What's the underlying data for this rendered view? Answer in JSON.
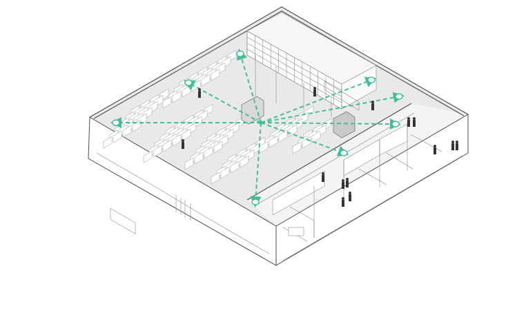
{
  "scene": {
    "kind": "isometric-cutaway",
    "colors": {
      "ray": "#3fbf9a",
      "outline": "#4a4a4a",
      "floor": "#e6e6e6",
      "wall": "#ffffff",
      "shelving": "#9a9a9a",
      "people": "#333333"
    },
    "rays": [
      {
        "id": "north-1"
      },
      {
        "id": "north-2"
      },
      {
        "id": "north-east"
      },
      {
        "id": "east"
      },
      {
        "id": "east-2"
      },
      {
        "id": "south-east"
      },
      {
        "id": "south"
      },
      {
        "id": "west"
      }
    ]
  }
}
